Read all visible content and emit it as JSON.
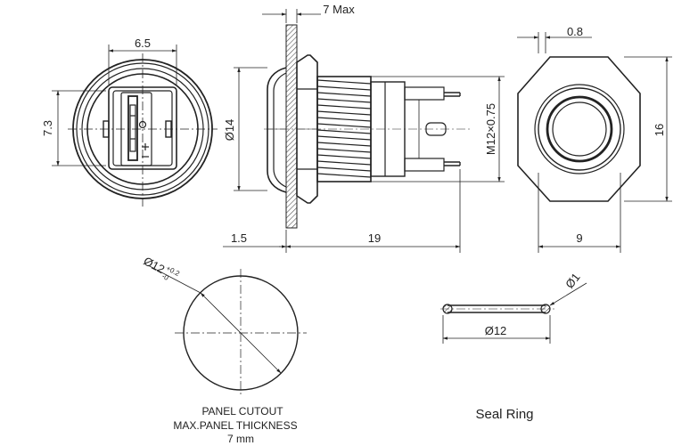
{
  "front_view": {
    "width_dim": "6.5",
    "height_dim": "7.3"
  },
  "side_view": {
    "max_dim": "7 Max",
    "diameter_dim": "Ø14",
    "thread_dim": "M12×0.75",
    "flange_dim": "1.5",
    "length_dim": "19"
  },
  "hex_view": {
    "ring_dim": "0.8",
    "height_dim": "16",
    "width_dim": "9"
  },
  "panel_cutout": {
    "diameter_main": "Ø12",
    "tol_upper": "+0.2",
    "tol_lower": "-0",
    "caption_lines": [
      "PANEL CUTOUT",
      "MAX.PANEL THICKNESS",
      "7 mm"
    ]
  },
  "seal_ring": {
    "diameter_dim": "Ø12",
    "thickness_dim": "Ø1",
    "caption": "Seal Ring"
  }
}
